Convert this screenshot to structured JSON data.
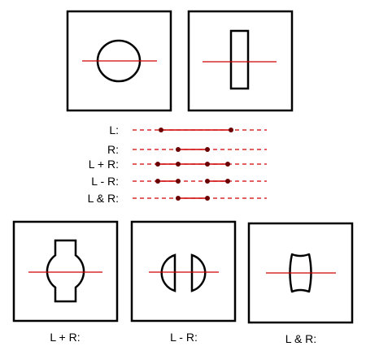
{
  "colors": {
    "line": "#d00000",
    "point": "#6a0000",
    "stroke": "#000000",
    "background": "#ffffff"
  },
  "intervals": {
    "rows": [
      {
        "label": "L:",
        "segments": [
          [
            0.16,
            0.52
          ]
        ]
      },
      {
        "label": "R:",
        "segments": [
          [
            0.24,
            0.39
          ]
        ]
      },
      {
        "label": "L + R:",
        "segments": [
          [
            0.16,
            0.24
          ],
          [
            0.24,
            0.52
          ]
        ]
      },
      {
        "label": "L - R:",
        "segments": [
          [
            0.16,
            0.24
          ],
          [
            0.39,
            0.52
          ]
        ]
      },
      {
        "label": "L & R:",
        "segments": [
          [
            0.24,
            0.39
          ]
        ]
      }
    ]
  },
  "captions": {
    "union": "L + R:",
    "difference": "L - R:",
    "intersection": "L & R:"
  }
}
